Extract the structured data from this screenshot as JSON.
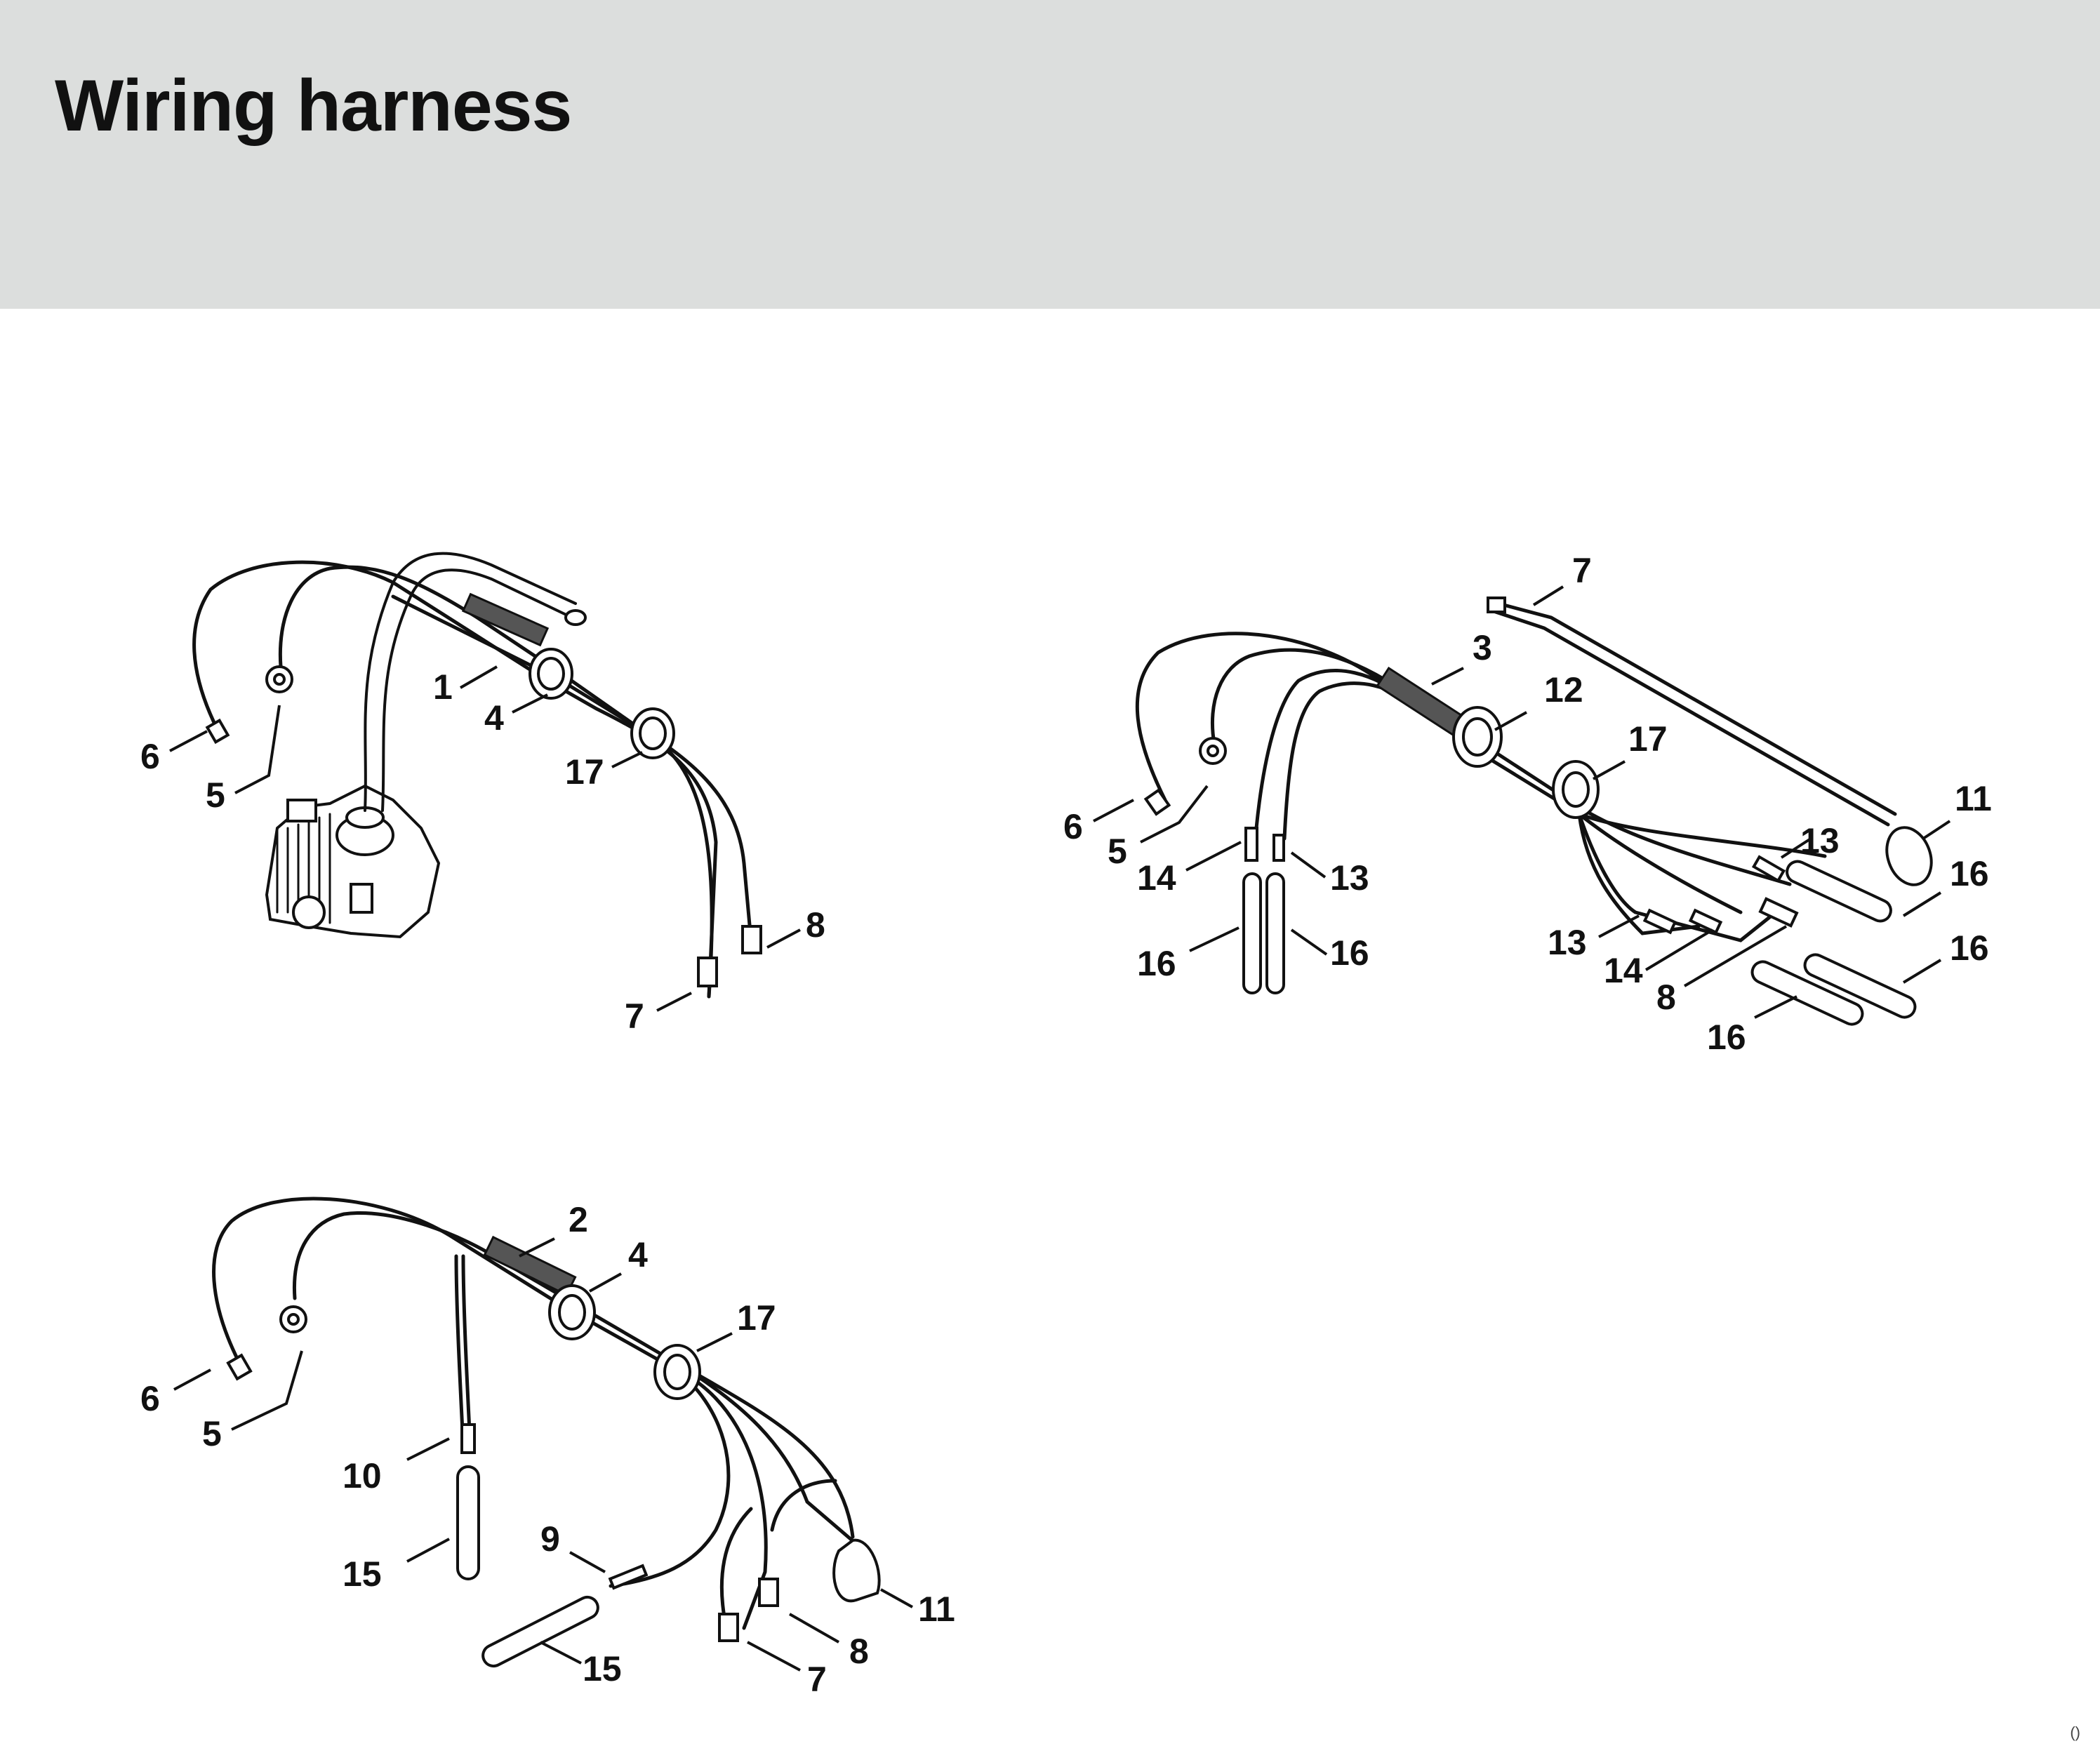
{
  "page": {
    "title": "Wiring harness",
    "footer_mark": "()"
  },
  "callouts": {
    "d1": {
      "l1": "1",
      "l4": "4",
      "l17": "17",
      "l5": "5",
      "l6": "6",
      "l7": "7",
      "l8": "8"
    },
    "d2": {
      "l3": "3",
      "l12": "12",
      "l17": "17",
      "l7": "7",
      "l11": "11",
      "l6": "6",
      "l5": "5",
      "l14a": "14",
      "l13a": "13",
      "l16a": "16",
      "l16b": "16",
      "l13b": "13",
      "l16c": "16",
      "l13c": "13",
      "l14b": "14",
      "l8": "8",
      "l16d": "16",
      "l16e": "16"
    },
    "d3": {
      "l2": "2",
      "l4": "4",
      "l17": "17",
      "l6": "6",
      "l5": "5",
      "l10": "10",
      "l15a": "15",
      "l9": "9",
      "l15b": "15",
      "l7": "7",
      "l8": "8",
      "l11": "11"
    }
  }
}
